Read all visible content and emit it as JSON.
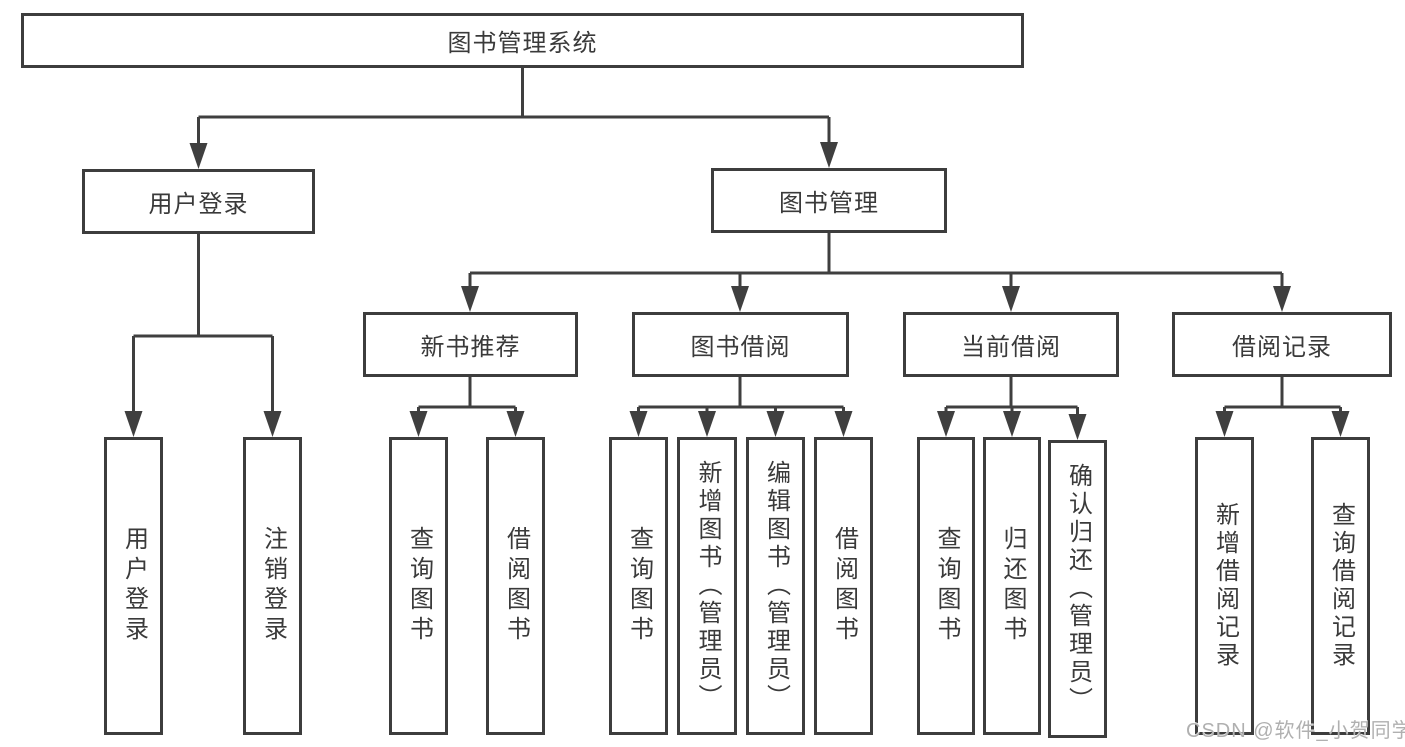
{
  "diagram": {
    "title": "图书管理系统",
    "branches": {
      "user_login": {
        "label": "用户登录",
        "children": [
          {
            "label": "用户登录"
          },
          {
            "label": "注销登录"
          }
        ]
      },
      "book_management": {
        "label": "图书管理",
        "children": [
          {
            "label": "新书推荐",
            "children": [
              {
                "label": "查询图书"
              },
              {
                "label": "借阅图书"
              }
            ]
          },
          {
            "label": "图书借阅",
            "children": [
              {
                "label": "查询图书"
              },
              {
                "label": "新增图书（管理员）"
              },
              {
                "label": "编辑图书（管理员）"
              },
              {
                "label": "借阅图书"
              }
            ]
          },
          {
            "label": "当前借阅",
            "children": [
              {
                "label": "查询图书"
              },
              {
                "label": "归还图书"
              },
              {
                "label": "确认归还（管理员）"
              }
            ]
          },
          {
            "label": "借阅记录",
            "children": [
              {
                "label": "新增借阅记录"
              },
              {
                "label": "查询借阅记录"
              }
            ]
          }
        ]
      }
    },
    "colors": {
      "line": "#3f3f3f",
      "text": "#3a3a3a",
      "background": "#ffffff",
      "watermark": "#b0b0b0"
    }
  },
  "watermark": {
    "text": "CSDN @软件_小贺同学"
  }
}
